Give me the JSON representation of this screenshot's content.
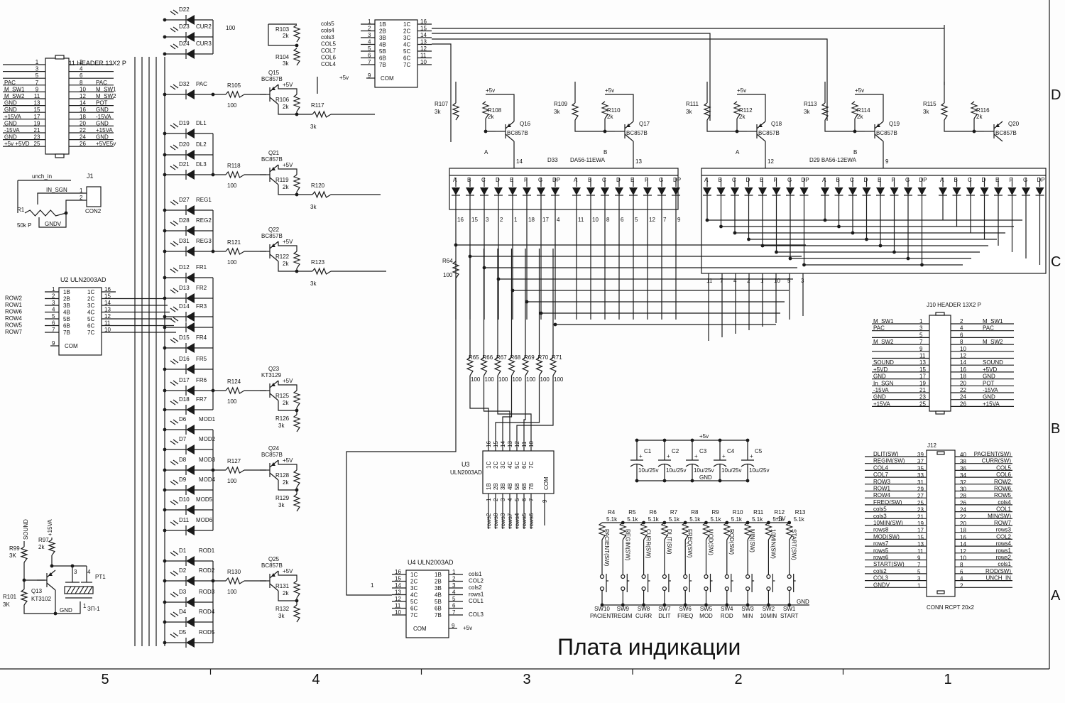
{
  "title": "Плата индикации",
  "border": {
    "columns": [
      "5",
      "4",
      "3",
      "2",
      "1"
    ],
    "rows": [
      "D",
      "C",
      "B",
      "A"
    ]
  },
  "j11": {
    "name": "J11  HEADER 13X2 P",
    "left": [
      {
        "pin": "1",
        "net": ""
      },
      {
        "pin": "3",
        "net": ""
      },
      {
        "pin": "5",
        "net": ""
      },
      {
        "pin": "7",
        "net": "PAC"
      },
      {
        "pin": "9",
        "net": "M_SW1"
      },
      {
        "pin": "11",
        "net": "M_SW2"
      },
      {
        "pin": "13",
        "net": "GND"
      },
      {
        "pin": "15",
        "net": "GND"
      },
      {
        "pin": "17",
        "net": "+15VA"
      },
      {
        "pin": "19",
        "net": "GND"
      },
      {
        "pin": "21",
        "net": "-15VA"
      },
      {
        "pin": "23",
        "net": "GND"
      },
      {
        "pin": "25",
        "net": "+5v  +5VD"
      }
    ],
    "right": [
      {
        "pin": "2",
        "net": ""
      },
      {
        "pin": "4",
        "net": ""
      },
      {
        "pin": "6",
        "net": ""
      },
      {
        "pin": "8",
        "net": "PAC"
      },
      {
        "pin": "10",
        "net": "M_SW1"
      },
      {
        "pin": "12",
        "net": "M_SW2"
      },
      {
        "pin": "14",
        "net": "POT"
      },
      {
        "pin": "16",
        "net": "GND"
      },
      {
        "pin": "18",
        "net": "-15VA"
      },
      {
        "pin": "20",
        "net": "GND"
      },
      {
        "pin": "22",
        "net": "+15VA"
      },
      {
        "pin": "24",
        "net": "GND"
      },
      {
        "pin": "26",
        "net": "+5VE5v"
      }
    ]
  },
  "j1": {
    "name": "J1",
    "type": "CON2",
    "net_top": "unch_in",
    "net_sig": "IN_SGN",
    "net_gnd": "GNDV",
    "pin1": "1",
    "pin2": "2",
    "r_name": "R1",
    "r_value": "50k P"
  },
  "u2": {
    "name": "U2  ULN2003AD",
    "inputs": [
      {
        "pin": "1",
        "label": "1B",
        "net": ""
      },
      {
        "pin": "2",
        "label": "2B",
        "net": "ROW2"
      },
      {
        "pin": "3",
        "label": "3B",
        "net": "ROW1"
      },
      {
        "pin": "4",
        "label": "4B",
        "net": "ROW6"
      },
      {
        "pin": "5",
        "label": "5B",
        "net": "ROW4"
      },
      {
        "pin": "6",
        "label": "6B",
        "net": "ROW5"
      },
      {
        "pin": "7",
        "label": "7B",
        "net": "ROW7"
      }
    ],
    "outputs": [
      {
        "pin": "16",
        "label": "1C"
      },
      {
        "pin": "15",
        "label": "2C"
      },
      {
        "pin": "14",
        "label": "3C"
      },
      {
        "pin": "13",
        "label": "4C"
      },
      {
        "pin": "12",
        "label": "5C"
      },
      {
        "pin": "11",
        "label": "6C"
      },
      {
        "pin": "10",
        "label": "7C"
      }
    ],
    "com_pin": "9",
    "com_label": "COM"
  },
  "u1": {
    "inputs": [
      {
        "pin": "1",
        "label": "1B",
        "net": "cols5"
      },
      {
        "pin": "2",
        "label": "2B",
        "net": "cols4"
      },
      {
        "pin": "3",
        "label": "3B",
        "net": "cols3"
      },
      {
        "pin": "4",
        "label": "4B",
        "net": "COL5"
      },
      {
        "pin": "5",
        "label": "5B",
        "net": "COL7"
      },
      {
        "pin": "6",
        "label": "6B",
        "net": "COL6"
      },
      {
        "pin": "7",
        "label": "7B",
        "net": "COL4"
      }
    ],
    "outputs": [
      {
        "pin": "16",
        "label": "1C"
      },
      {
        "pin": "15",
        "label": "2C"
      },
      {
        "pin": "14",
        "label": "3C"
      },
      {
        "pin": "13",
        "label": "4C"
      },
      {
        "pin": "12",
        "label": "5C"
      },
      {
        "pin": "11",
        "label": "6C"
      },
      {
        "pin": "10",
        "label": "7C"
      }
    ],
    "com_pin": "9",
    "com_label": "COM",
    "com_net": "+5v"
  },
  "u4": {
    "name": "U4  ULN2003AD",
    "outputs": [
      {
        "pin": "16",
        "label": "1C"
      },
      {
        "pin": "15",
        "label": "2C"
      },
      {
        "pin": "14",
        "label": "3C",
        "net": "1"
      },
      {
        "pin": "13",
        "label": "4C"
      },
      {
        "pin": "12",
        "label": "5C"
      },
      {
        "pin": "11",
        "label": "6C"
      },
      {
        "pin": "10",
        "label": "7C"
      }
    ],
    "inputs": [
      {
        "pin": "1",
        "label": "1B",
        "net": "cols1"
      },
      {
        "pin": "2",
        "label": "2B",
        "net": "COL2"
      },
      {
        "pin": "3",
        "label": "3B",
        "net": "cols2"
      },
      {
        "pin": "4",
        "label": "4B",
        "net": "rows1"
      },
      {
        "pin": "5",
        "label": "5B",
        "net": "COL1"
      },
      {
        "pin": "6",
        "label": "6B",
        "net": ""
      },
      {
        "pin": "7",
        "label": "7B",
        "net": "COL3"
      }
    ],
    "com_pin": "9",
    "com_label": "COM",
    "com_net": "+5v"
  },
  "u3": {
    "name": "U3",
    "part": "ULN2003AD",
    "outputs": [
      {
        "pin": "16",
        "label": "1C"
      },
      {
        "pin": "15",
        "label": "2C"
      },
      {
        "pin": "14",
        "label": "3C"
      },
      {
        "pin": "13",
        "label": "4C"
      },
      {
        "pin": "12",
        "label": "5C"
      },
      {
        "pin": "11",
        "label": "6C"
      },
      {
        "pin": "10",
        "label": "7C"
      }
    ],
    "inputs": [
      {
        "pin": "1",
        "label": "1B",
        "net": "rows2"
      },
      {
        "pin": "2",
        "label": "2B",
        "net": "rows8"
      },
      {
        "pin": "3",
        "label": "3B",
        "net": "rows3"
      },
      {
        "pin": "4",
        "label": "4B",
        "net": "rows7"
      },
      {
        "pin": "5",
        "label": "5B",
        "net": "rows4"
      },
      {
        "pin": "6",
        "label": "6B",
        "net": "rows5"
      },
      {
        "pin": "7",
        "label": "7B",
        "net": "rows6"
      }
    ],
    "com_pin": "9",
    "com_label": "COM"
  },
  "upper_drivers": [
    {
      "r_top": "R103",
      "r_top_val": "2k",
      "r_bot": "R104",
      "r_bot_val": "3k",
      "fragment_label": "100"
    }
  ],
  "led_groups": [
    {
      "leds": [
        {
          "ref": "D22",
          "name": ""
        },
        {
          "ref": "D23",
          "name": "CUR2"
        },
        {
          "ref": "D24",
          "name": "CUR3"
        }
      ],
      "rb": "",
      "rb_val": "100",
      "q": "",
      "q_part": "",
      "re": "",
      "re_val": "",
      "rc": "",
      "rc_val": ""
    },
    {
      "leds": [
        {
          "ref": "D32",
          "name": "PAC"
        }
      ],
      "rb": "R105",
      "rb_val": "100",
      "q": "Q15",
      "q_part": "BC857B",
      "re": "R106",
      "re_val": "2k",
      "rc": "R117",
      "rc_val": "3k"
    },
    {
      "leds": [
        {
          "ref": "D19",
          "name": "DL1"
        },
        {
          "ref": "D20",
          "name": "DL2"
        },
        {
          "ref": "D21",
          "name": "DL3"
        }
      ],
      "rb": "R118",
      "rb_val": "100",
      "q": "Q21",
      "q_part": "BC857B",
      "re": "R119",
      "re_val": "2k",
      "rc": "R120",
      "rc_val": "3k"
    },
    {
      "leds": [
        {
          "ref": "D27",
          "name": "REG1"
        },
        {
          "ref": "D28",
          "name": "REG2"
        },
        {
          "ref": "D31",
          "name": "REG3"
        }
      ],
      "rb": "R121",
      "rb_val": "100",
      "q": "Q22",
      "q_part": "BC857B",
      "re": "R122",
      "re_val": "2k",
      "rc": "R123",
      "rc_val": "3k"
    },
    {
      "leds": [
        {
          "ref": "D12",
          "name": "FR1"
        },
        {
          "ref": "D13",
          "name": "FR2"
        },
        {
          "ref": "D14",
          "name": "FR3"
        },
        {
          "ref": "",
          "name": ""
        },
        {
          "ref": "D15",
          "name": "FR4"
        },
        {
          "ref": "D16",
          "name": "FR5"
        },
        {
          "ref": "D17",
          "name": "FR6"
        },
        {
          "ref": "D18",
          "name": "FR7"
        }
      ],
      "rb": "R124",
      "rb_val": "100",
      "q": "Q23",
      "q_part": "KT3129",
      "re": "R125",
      "re_val": "2k",
      "rc": "R126",
      "rc_val": "3k"
    },
    {
      "leds": [
        {
          "ref": "D6",
          "name": "MOD1"
        },
        {
          "ref": "D7",
          "name": "MOD2"
        },
        {
          "ref": "D8",
          "name": "MOD3"
        },
        {
          "ref": "D9",
          "name": "MOD4"
        },
        {
          "ref": "D10",
          "name": "MOD5"
        },
        {
          "ref": "D11",
          "name": "MOD6"
        }
      ],
      "rb": "R127",
      "rb_val": "100",
      "q": "Q24",
      "q_part": "BC857B",
      "re": "R128",
      "re_val": "2k",
      "rc": "R129",
      "rc_val": "3k"
    },
    {
      "leds": [
        {
          "ref": "D1",
          "name": "ROD1"
        },
        {
          "ref": "D2",
          "name": "ROD2"
        },
        {
          "ref": "D3",
          "name": "ROD3"
        },
        {
          "ref": "D4",
          "name": "ROD4"
        },
        {
          "ref": "D5",
          "name": "ROD5"
        }
      ],
      "rb": "R130",
      "rb_val": "100",
      "q": "Q25",
      "q_part": "BC857B",
      "re": "R131",
      "re_val": "2k",
      "rc": "R132",
      "rc_val": "3k"
    }
  ],
  "supply_label": "+5V",
  "digit_drivers": [
    {
      "rb": "R107",
      "rb_val": "3k",
      "re": "R108",
      "re_val": "2k",
      "q": "Q16",
      "q_part": "BC857B",
      "seg": "A",
      "pin": "14",
      "supply": "+5v"
    },
    {
      "rb": "R109",
      "rb_val": "3k",
      "re": "R110",
      "re_val": "2k",
      "q": "Q17",
      "q_part": "BC857B",
      "seg": "B",
      "pin": "13",
      "supply": "+5v"
    },
    {
      "rb": "R111",
      "rb_val": "3k",
      "re": "R112",
      "re_val": "2k",
      "q": "Q18",
      "q_part": "BC857B",
      "seg": "A",
      "pin": "12",
      "supply": "+5v"
    },
    {
      "rb": "R113",
      "rb_val": "3k",
      "re": "R114",
      "re_val": "2k",
      "q": "Q19",
      "q_part": "BC857B",
      "seg": "B",
      "pin": "9",
      "supply": "+5v"
    },
    {
      "rb": "R115",
      "rb_val": "3k",
      "re": "R116",
      "re_val": "2k",
      "q": "Q20",
      "q_part": "BC857B",
      "seg": "",
      "pin": "",
      "supply": ""
    }
  ],
  "displays": [
    {
      "ref": "D33",
      "part": "DA56-11EWA",
      "pins": [
        "16",
        "15",
        "3",
        "2",
        "1",
        "18",
        "17",
        "4",
        "11",
        "10",
        "8",
        "6",
        "5",
        "12",
        "7",
        "9"
      ]
    },
    {
      "ref": "D29",
      "part": "BA56-12EWA",
      "pins": [
        "11",
        "7",
        "4",
        "2",
        "1",
        "10",
        "5",
        "3"
      ]
    }
  ],
  "segments": [
    "A",
    "B",
    "C",
    "D",
    "E",
    "F",
    "G",
    "DP"
  ],
  "r64": {
    "name": "R64",
    "value": "100"
  },
  "row_resistors": [
    {
      "name": "R65",
      "value": "100"
    },
    {
      "name": "R66",
      "value": "100"
    },
    {
      "name": "R67",
      "value": "100"
    },
    {
      "name": "R68",
      "value": "100"
    },
    {
      "name": "R69",
      "value": "100"
    },
    {
      "name": "R70",
      "value": "100"
    },
    {
      "name": "R71",
      "value": "100"
    }
  ],
  "j10": {
    "name": "J10  HEADER 13X2 P",
    "left": [
      {
        "pin": "1",
        "net": "M_SW1"
      },
      {
        "pin": "3",
        "net": "PAC"
      },
      {
        "pin": "5",
        "net": ""
      },
      {
        "pin": "7",
        "net": "M_SW2"
      },
      {
        "pin": "9",
        "net": ""
      },
      {
        "pin": "11",
        "net": ""
      },
      {
        "pin": "13",
        "net": "SOUND"
      },
      {
        "pin": "15",
        "net": "+5VD"
      },
      {
        "pin": "17",
        "net": "GND"
      },
      {
        "pin": "19",
        "net": "In_SGN"
      },
      {
        "pin": "21",
        "net": "-15VA"
      },
      {
        "pin": "23",
        "net": "GND"
      },
      {
        "pin": "25",
        "net": "+15VA"
      }
    ],
    "right": [
      {
        "pin": "2",
        "net": "M_SW1"
      },
      {
        "pin": "4",
        "net": "PAC"
      },
      {
        "pin": "6",
        "net": ""
      },
      {
        "pin": "8",
        "net": "M_SW2"
      },
      {
        "pin": "10",
        "net": ""
      },
      {
        "pin": "12",
        "net": ""
      },
      {
        "pin": "14",
        "net": "SOUND"
      },
      {
        "pin": "16",
        "net": "+5VD"
      },
      {
        "pin": "18",
        "net": "GND"
      },
      {
        "pin": "20",
        "net": "POT"
      },
      {
        "pin": "22",
        "net": "-15VA"
      },
      {
        "pin": "24",
        "net": "GND"
      },
      {
        "pin": "26",
        "net": "+15VA"
      }
    ]
  },
  "j12": {
    "name": "J12",
    "type": "CONN RCPT 20x2",
    "left": [
      {
        "pin": "39",
        "net": "DLIT(SW)"
      },
      {
        "pin": "37",
        "net": "REGIM(SW)"
      },
      {
        "pin": "35",
        "net": "COL4"
      },
      {
        "pin": "33",
        "net": "COL7"
      },
      {
        "pin": "31",
        "net": "ROW3"
      },
      {
        "pin": "29",
        "net": "ROW1"
      },
      {
        "pin": "27",
        "net": "ROW4"
      },
      {
        "pin": "25",
        "net": "FREQ(SW)"
      },
      {
        "pin": "23",
        "net": "cols5"
      },
      {
        "pin": "21",
        "net": "cols3"
      },
      {
        "pin": "19",
        "net": "10MIN(SW)"
      },
      {
        "pin": "17",
        "net": "rows8"
      },
      {
        "pin": "15",
        "net": "MOD(SW)"
      },
      {
        "pin": "13",
        "net": "rows7"
      },
      {
        "pin": "11",
        "net": "rows5"
      },
      {
        "pin": "9",
        "net": "rows6"
      },
      {
        "pin": "7",
        "net": "START(SW)"
      },
      {
        "pin": "5",
        "net": "cols2"
      },
      {
        "pin": "3",
        "net": "COL3"
      },
      {
        "pin": "1",
        "net": "GNDV"
      }
    ],
    "right": [
      {
        "pin": "40",
        "net": "PACIENT(SW)"
      },
      {
        "pin": "38",
        "net": "CURR(SW)"
      },
      {
        "pin": "36",
        "net": "COL5"
      },
      {
        "pin": "34",
        "net": "COL6"
      },
      {
        "pin": "32",
        "net": "ROW2"
      },
      {
        "pin": "30",
        "net": "ROW6"
      },
      {
        "pin": "28",
        "net": "ROW5"
      },
      {
        "pin": "26",
        "net": "cols4"
      },
      {
        "pin": "24",
        "net": "COL1"
      },
      {
        "pin": "22",
        "net": "MIN(SW)"
      },
      {
        "pin": "20",
        "net": "ROW7"
      },
      {
        "pin": "18",
        "net": "rows3"
      },
      {
        "pin": "16",
        "net": "COL2"
      },
      {
        "pin": "14",
        "net": "rows4"
      },
      {
        "pin": "12",
        "net": "rows1"
      },
      {
        "pin": "10",
        "net": "rows2"
      },
      {
        "pin": "8",
        "net": "cols1"
      },
      {
        "pin": "6",
        "net": "ROD(SW)"
      },
      {
        "pin": "4",
        "net": "UNCH_IN"
      },
      {
        "pin": "2",
        "net": ""
      }
    ]
  },
  "caps": {
    "supply": "+5v",
    "gnd": "GND",
    "items": [
      {
        "name": "C1",
        "value": "10u/25v"
      },
      {
        "name": "C2",
        "value": "10u/25v"
      },
      {
        "name": "C3",
        "value": "10u/25v"
      },
      {
        "name": "C4",
        "value": "10u/25v"
      },
      {
        "name": "C5",
        "value": "10u/25v"
      }
    ]
  },
  "switches": {
    "supply": "+5V",
    "gnd": "GND",
    "items": [
      {
        "r": "R4",
        "r_val": "5.1k",
        "net": "PACIENT(SW)",
        "sw": "SW10",
        "sw_label": "PACIENT"
      },
      {
        "r": "R5",
        "r_val": "5.1k",
        "net": "REGIM(SW)",
        "sw": "SW9",
        "sw_label": "REGIM"
      },
      {
        "r": "R6",
        "r_val": "5.1k",
        "net": "CURR(SW)",
        "sw": "SW8",
        "sw_label": "CURR"
      },
      {
        "r": "R7",
        "r_val": "5.1k",
        "net": "DLIT(SW)",
        "sw": "SW7",
        "sw_label": "DLIT"
      },
      {
        "r": "R8",
        "r_val": "5.1k",
        "net": "FREQ(SW)",
        "sw": "SW6",
        "sw_label": "FREQ"
      },
      {
        "r": "R9",
        "r_val": "5.1k",
        "net": "MOD(SW)",
        "sw": "SW5",
        "sw_label": "MOD"
      },
      {
        "r": "R10",
        "r_val": "5.1k",
        "net": "ROD(SW)",
        "sw": "SW4",
        "sw_label": "ROD"
      },
      {
        "r": "R11",
        "r_val": "5.1k",
        "net": "MIN(SW)",
        "sw": "SW3",
        "sw_label": "MIN"
      },
      {
        "r": "R12",
        "r_val": "5.1k",
        "net": "10MIN(SW)",
        "sw": "SW2",
        "sw_label": "10MIN"
      },
      {
        "r": "R13",
        "r_val": "5.1k",
        "net": "START(SW)",
        "sw": "SW1",
        "sw_label": "START"
      }
    ]
  },
  "sound": {
    "net_sound": "SOUND",
    "net_supply": "+15VA",
    "gnd": "GND",
    "r99": "R99",
    "r99_val": "3K",
    "r97": "R97",
    "r97_val": "2k",
    "r101": "R101",
    "r101_val": "3K",
    "q": "Q13",
    "q_part": "KT3102",
    "pt": "PT1",
    "pt_part": "ЗП-1",
    "pin1": "1",
    "pin3": "3",
    "pin4": "4"
  }
}
